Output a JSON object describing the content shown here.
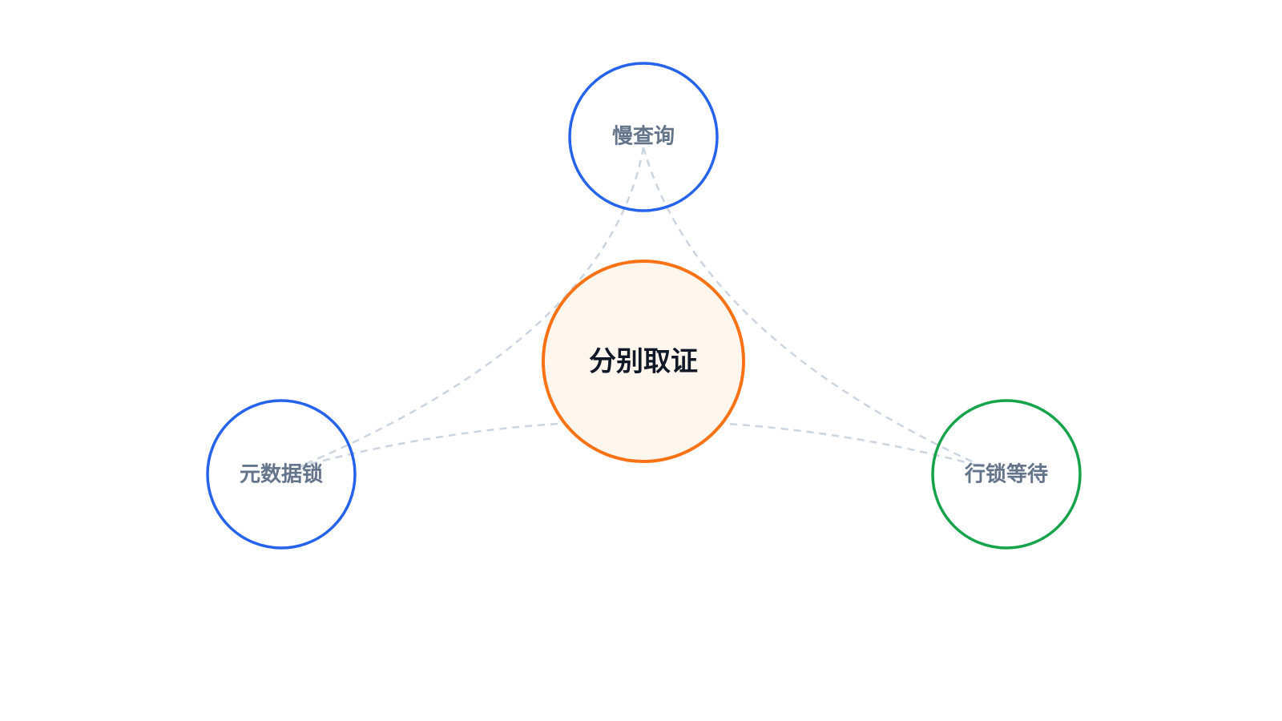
{
  "diagram": {
    "center": {
      "label": "分别取证",
      "stroke": "#f97316",
      "fill": "#fff7ee",
      "text_color": "#111827"
    },
    "nodes": [
      {
        "id": "slow-query",
        "label": "慢查询",
        "stroke": "#2563eb",
        "text_color": "#64748b"
      },
      {
        "id": "metadata-lock",
        "label": "元数据锁",
        "stroke": "#2563eb",
        "text_color": "#64748b"
      },
      {
        "id": "row-lock-wait",
        "label": "行锁等待",
        "stroke": "#16a34a",
        "text_color": "#64748b"
      }
    ],
    "connector_color": "#cbd5e1"
  }
}
